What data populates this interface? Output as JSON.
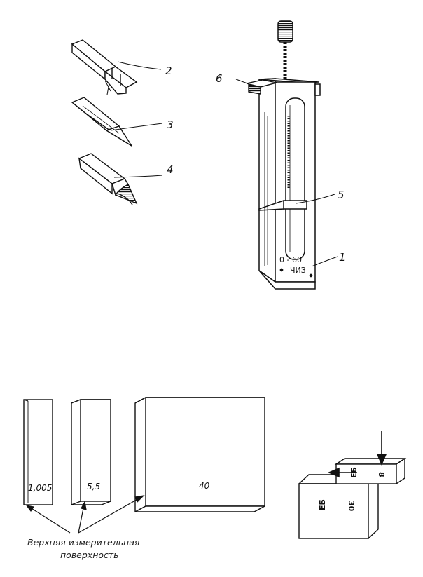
{
  "top_figure": {
    "callouts": {
      "n1": "1",
      "n2": "2",
      "n3": "3",
      "n4": "4",
      "n5": "5",
      "n6": "6"
    },
    "gauge_marking": "0 - 60",
    "gauge_maker": "ЧИЗ"
  },
  "bottom_figure": {
    "blocks": {
      "b1": "1,005",
      "b2": "5,5",
      "b3": "40"
    },
    "caption_line1": "Верхняя измерительная",
    "caption_line2": "поверхность",
    "stacked": {
      "top_block_mark": "8",
      "bottom_block_mark": "30",
      "mark_stamp": "ЕБ"
    }
  },
  "colors": {
    "ink": "#111111",
    "paper": "#ffffff"
  }
}
